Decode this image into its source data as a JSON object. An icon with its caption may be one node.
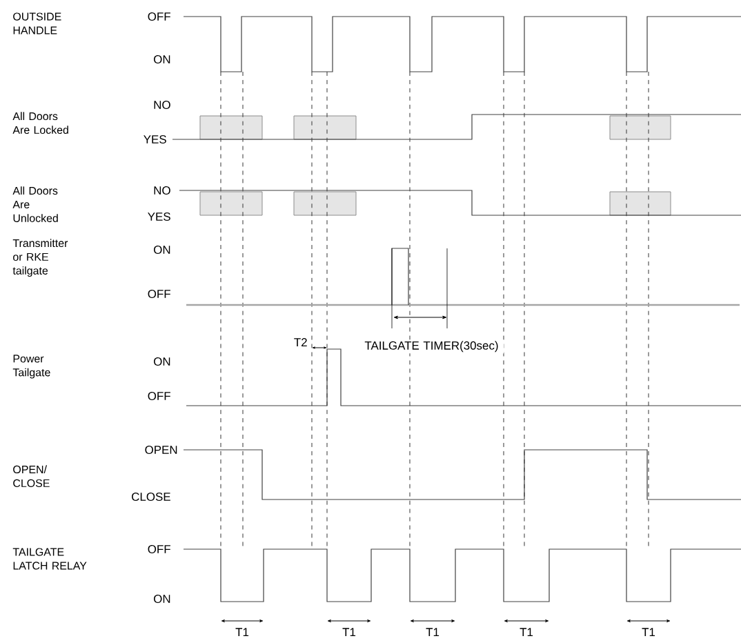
{
  "diagram": {
    "labels": [
      "OUTSIDE HANDLE",
      "OFF",
      "ON",
      "All Doors Are Locked",
      "NO",
      "YES",
      "All Doors Are Unlocked",
      "NO",
      "YES",
      "Transmitter or RKE tailgate",
      "ON",
      "OFF",
      "T2",
      "TAILGATE TIMER(30sec)",
      "Power Tailgate",
      "ON",
      "OFF",
      "OPEN",
      "OPEN/ CLOSE",
      "CLOSE",
      "TAILGATE LATCH RELAY",
      "OFF",
      "ON",
      "T1",
      "T1",
      "T1",
      "T1",
      "T1"
    ]
  }
}
